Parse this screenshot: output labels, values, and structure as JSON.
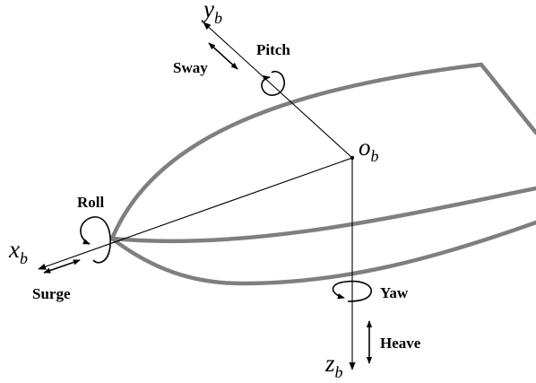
{
  "origin": {
    "main": "o",
    "sub": "b"
  },
  "axes": {
    "x": {
      "main": "x",
      "sub": "b"
    },
    "y": {
      "main": "y",
      "sub": "b"
    },
    "z": {
      "main": "z",
      "sub": "b"
    }
  },
  "motions": {
    "roll": "Roll",
    "pitch": "Pitch",
    "yaw": "Yaw",
    "surge": "Surge",
    "sway": "Sway",
    "heave": "Heave"
  }
}
